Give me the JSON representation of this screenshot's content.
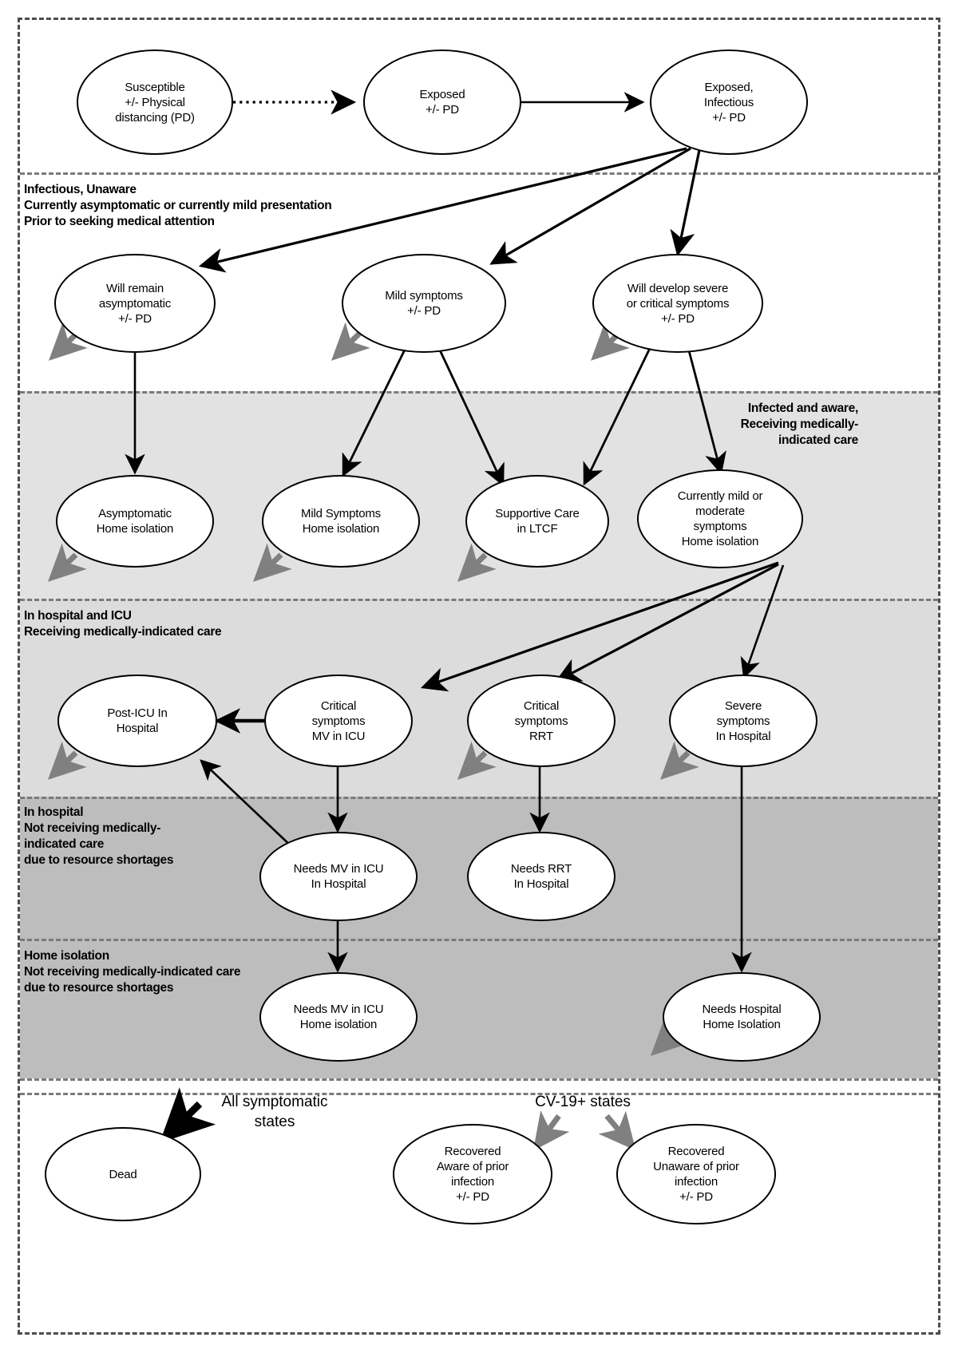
{
  "diagram": {
    "title": "COVID-19 model compartment state-transition diagram",
    "colors": {
      "band_light": "#e2e2e2",
      "band_mid": "#dcdcdc",
      "band_dark": "#bdbdbd",
      "node_stroke": "#000000",
      "node_fill": "#ffffff",
      "edge_black": "#000000",
      "edge_gray": "#808080",
      "frame_dash": "#4d4d4d"
    }
  },
  "bands": [
    {
      "id": "susceptible-exposed",
      "label": ""
    },
    {
      "id": "infectious-unaware",
      "label": "Infectious, Unaware\nCurrently asymptomatic or currently mild presentation\nPrior to seeking medical attention"
    },
    {
      "id": "infected-aware",
      "label": "Infected and aware,\nReceiving medically-\nindicated care"
    },
    {
      "id": "hospital-icu",
      "label": "In hospital and ICU\nReceiving medically-indicated care"
    },
    {
      "id": "hospital-unmet",
      "label": "In hospital\nNot receiving medically-\nindicated care\ndue to resource shortages"
    },
    {
      "id": "home-unmet",
      "label": "Home isolation\nNot receiving medically-indicated care\ndue to resource shortages"
    },
    {
      "id": "absorbing",
      "label": ""
    }
  ],
  "nodes": [
    {
      "id": "susceptible",
      "label": "Susceptible\n+/- Physical\ndistancing (PD)"
    },
    {
      "id": "exposed",
      "label": "Exposed\n+/- PD"
    },
    {
      "id": "exposed-infectious",
      "label": "Exposed,\nInfectious\n+/- PD"
    },
    {
      "id": "will-remain-asymp",
      "label": "Will remain\nasymptomatic\n+/- PD"
    },
    {
      "id": "mild-symptoms",
      "label": "Mild symptoms\n+/- PD"
    },
    {
      "id": "will-develop-severe",
      "label": "Will develop severe\nor critical symptoms\n+/- PD"
    },
    {
      "id": "asymp-home",
      "label": "Asymptomatic\nHome isolation"
    },
    {
      "id": "mild-home",
      "label": "Mild Symptoms\nHome isolation"
    },
    {
      "id": "supportive-ltcf",
      "label": "Supportive Care\nin LTCF"
    },
    {
      "id": "mild-moderate-home",
      "label": "Currently mild or\nmoderate\nsymptoms\nHome isolation"
    },
    {
      "id": "post-icu",
      "label": "Post-ICU In\nHospital"
    },
    {
      "id": "critical-mv-icu",
      "label": "Critical\nsymptoms\nMV in ICU"
    },
    {
      "id": "critical-rrt",
      "label": "Critical\nsymptoms\nRRT"
    },
    {
      "id": "severe-hospital",
      "label": "Severe\nsymptoms\nIn Hospital"
    },
    {
      "id": "needs-mv-hospital",
      "label": "Needs MV in ICU\nIn Hospital"
    },
    {
      "id": "needs-rrt-hospital",
      "label": "Needs RRT\nIn Hospital"
    },
    {
      "id": "needs-mv-home",
      "label": "Needs MV in ICU\nHome isolation"
    },
    {
      "id": "needs-hospital-home",
      "label": "Needs Hospital\nHome Isolation"
    },
    {
      "id": "dead",
      "label": "Dead"
    },
    {
      "id": "recovered-aware",
      "label": "Recovered\nAware of prior\ninfection\n+/- PD"
    },
    {
      "id": "recovered-unaware",
      "label": "Recovered\nUnaware of prior\ninfection\n+/- PD"
    }
  ],
  "annotations": [
    {
      "id": "all-symptomatic-states",
      "label": "All symptomatic\nstates"
    },
    {
      "id": "cv19-positive-states",
      "label": "CV-19+ states"
    }
  ]
}
